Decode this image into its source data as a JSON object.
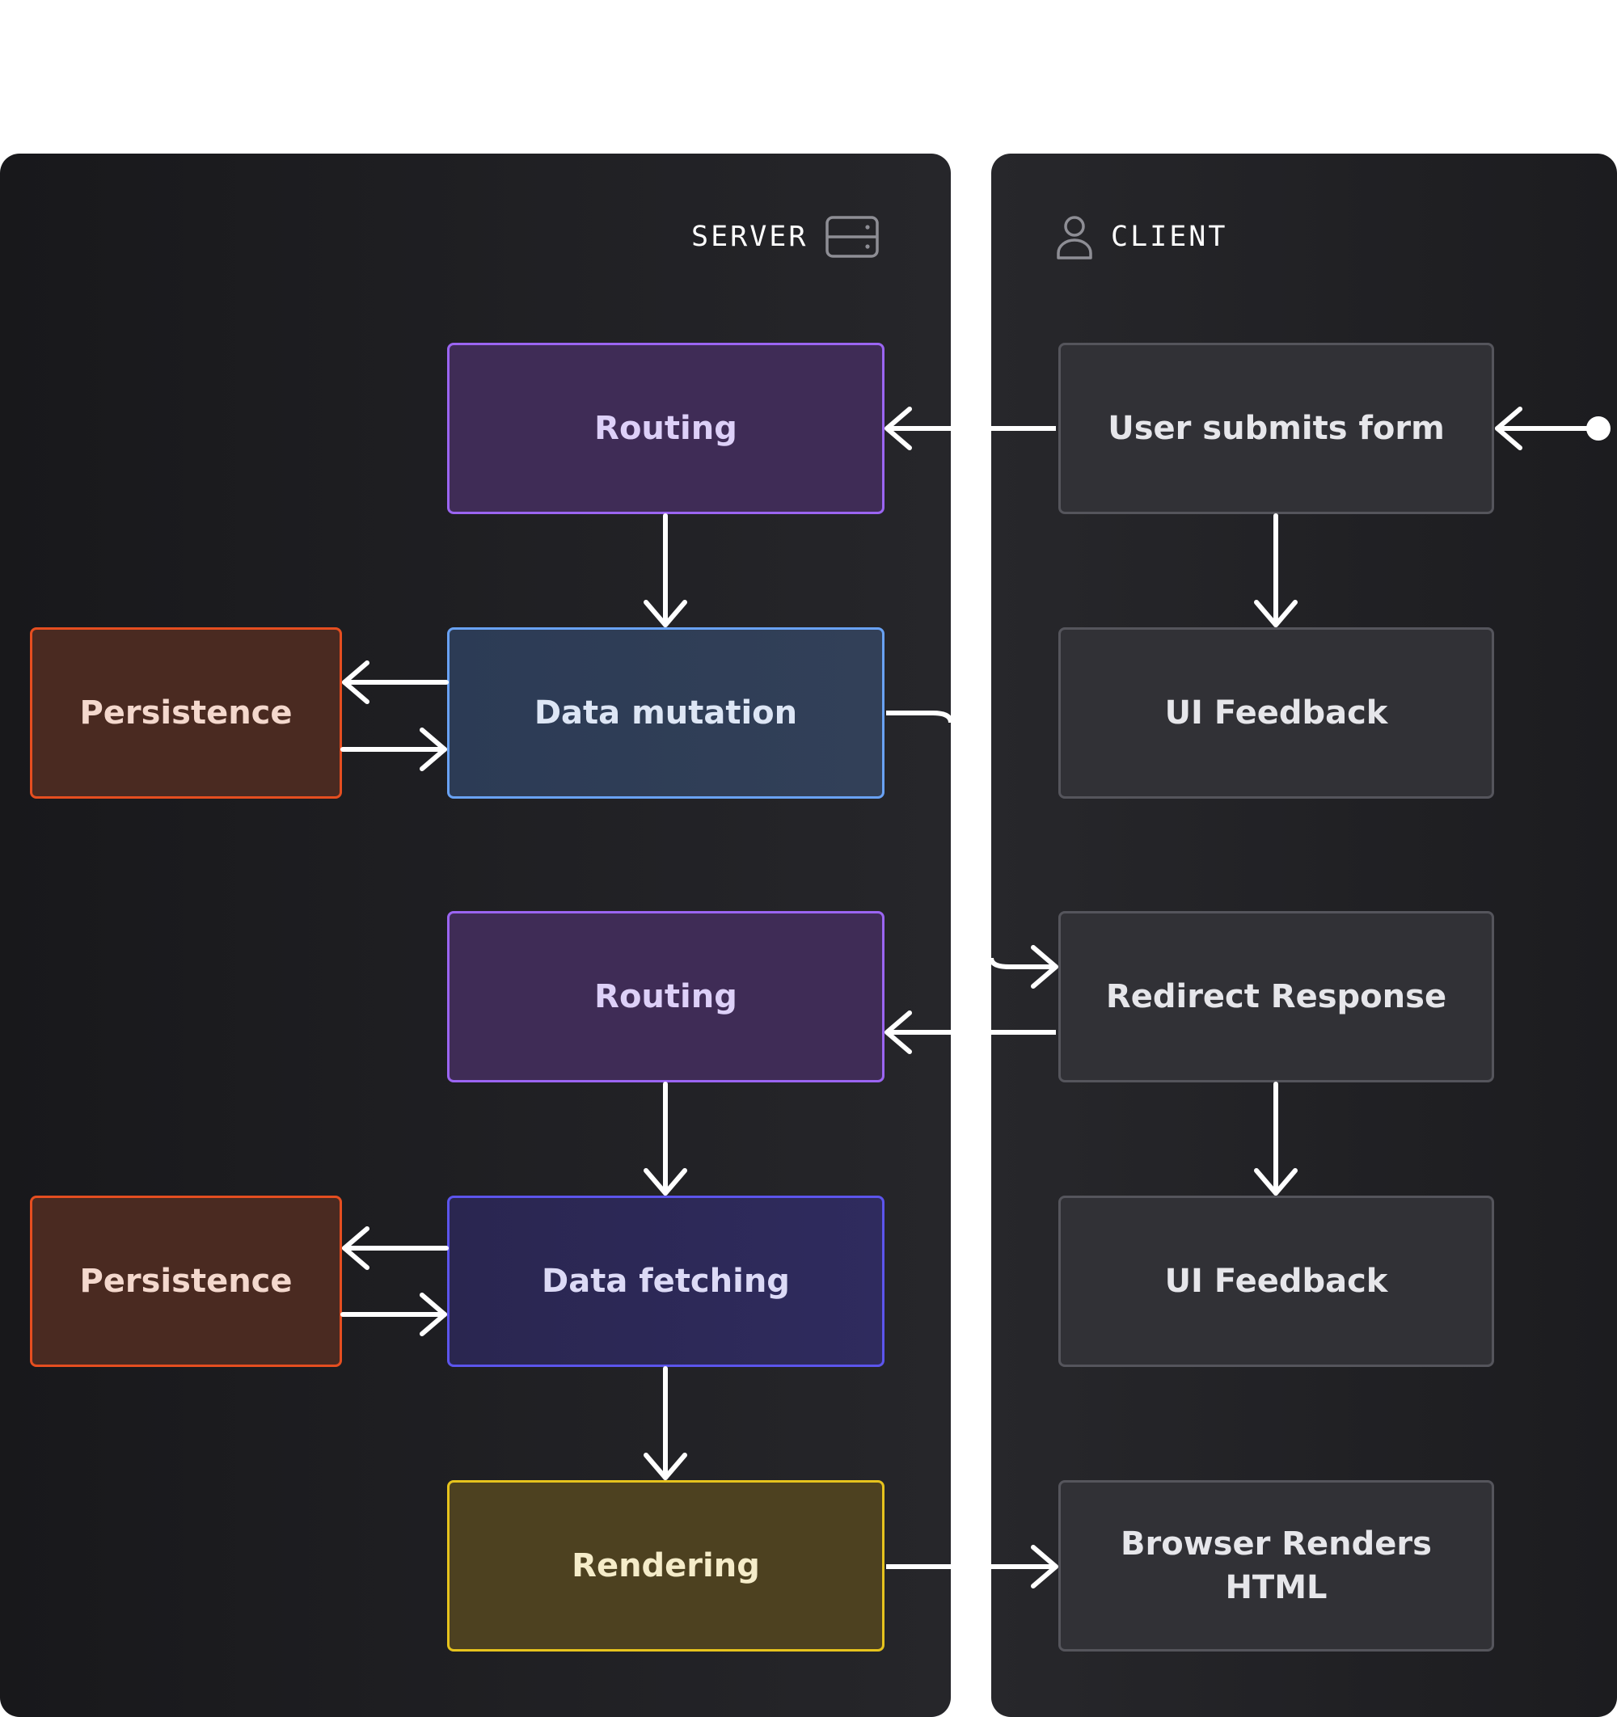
{
  "server": {
    "title": "SERVER",
    "icon": "server-icon",
    "steps": {
      "routing_1": "Routing",
      "data_mutation": "Data mutation",
      "persistence_1": "Persistence",
      "routing_2": "Routing",
      "data_fetching": "Data fetching",
      "persistence_2": "Persistence",
      "rendering": "Rendering"
    }
  },
  "client": {
    "title": "CLIENT",
    "icon": "user-icon",
    "steps": {
      "user_submits_form": "User submits form",
      "ui_feedback_1": "UI Feedback",
      "redirect_response": "Redirect Response",
      "ui_feedback_2": "UI Feedback",
      "browser_renders_html": "Browser Renders\nHTML"
    }
  },
  "colors": {
    "routing": "#9b65f2",
    "data_mutation": "#69a2f4",
    "data_fetching": "#5c55ed",
    "persistence": "#e54e20",
    "rendering": "#e6c31d",
    "client_box": "#55555c",
    "connector": "#ffffff"
  }
}
